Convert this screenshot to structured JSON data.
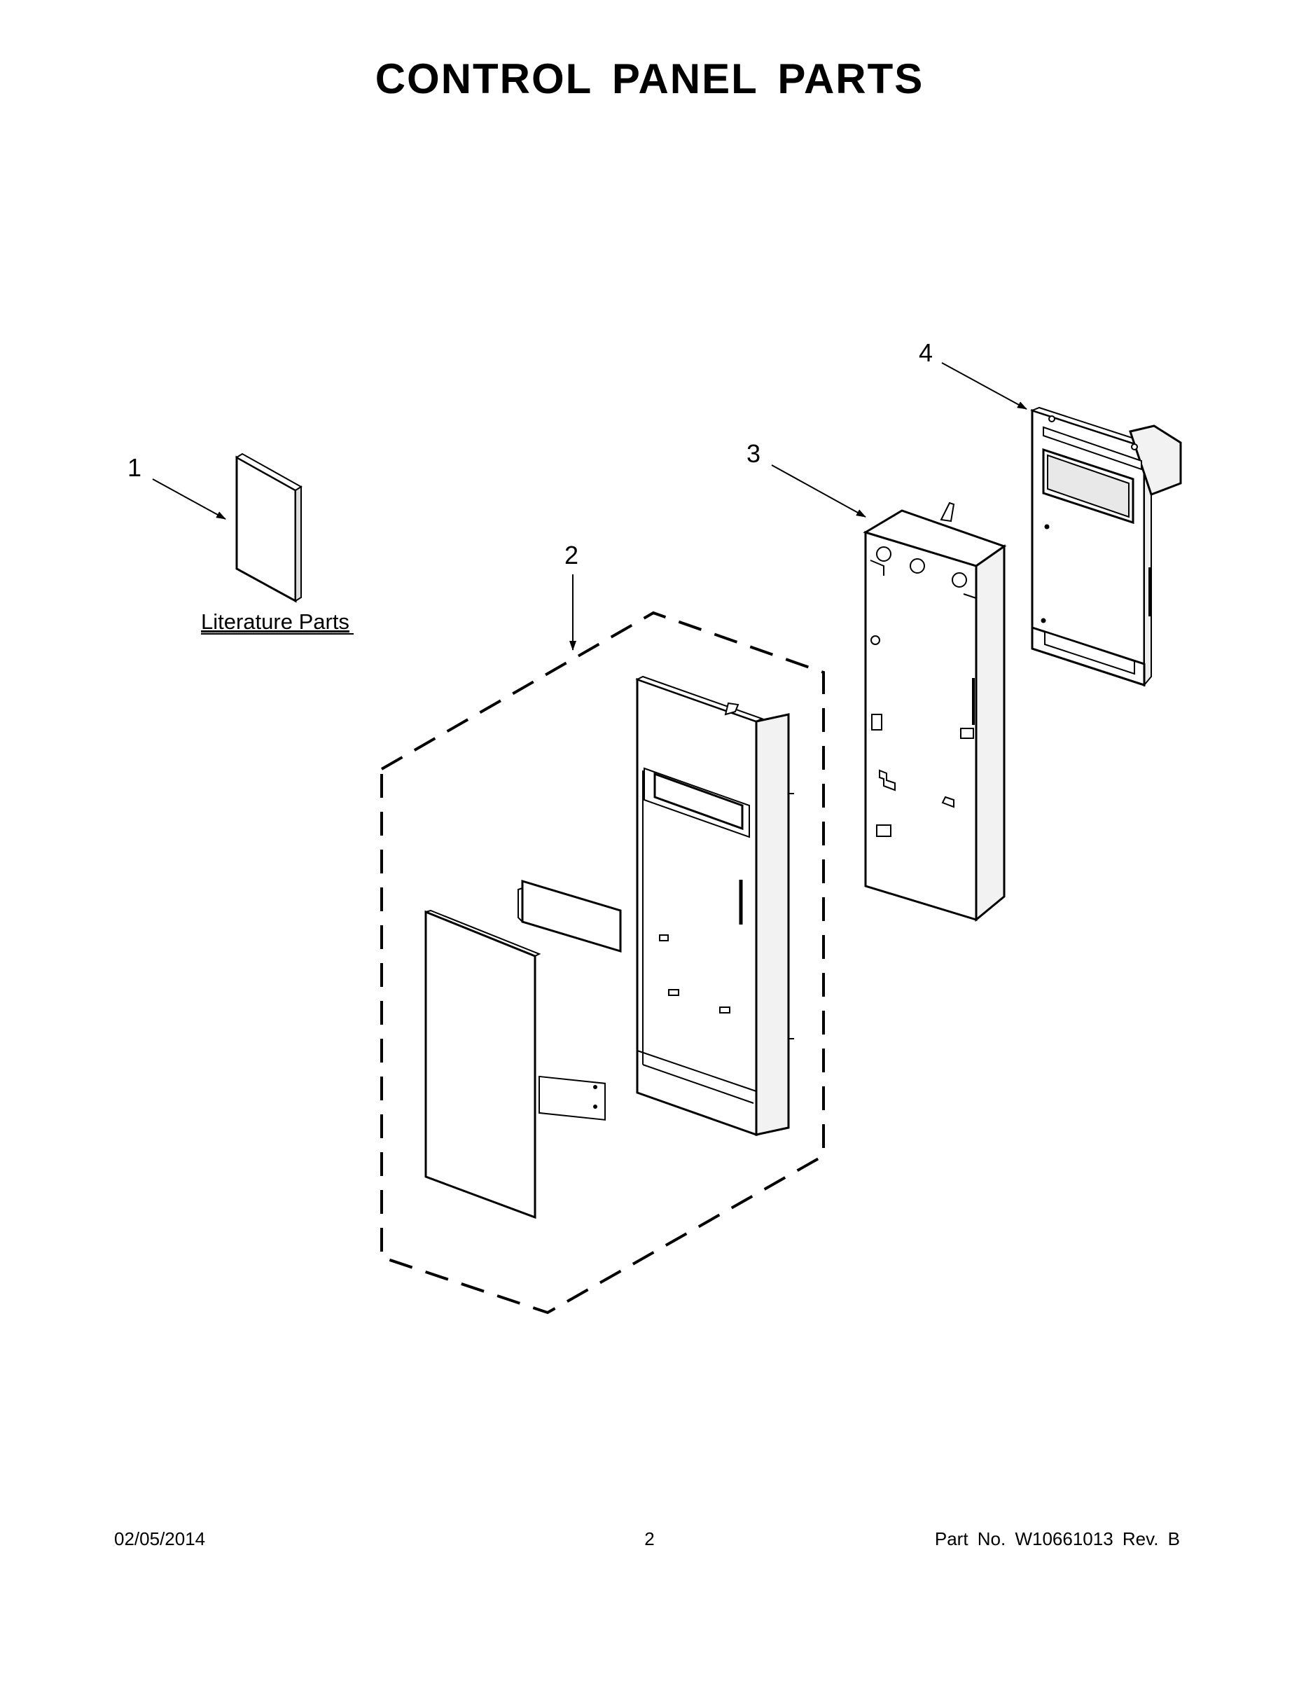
{
  "title": "CONTROL PANEL PARTS",
  "callouts": {
    "c1": "1",
    "c2": "2",
    "c3": "3",
    "c4": "4"
  },
  "literature_label": "Literature Parts",
  "footer": {
    "date": "02/05/2014",
    "page": "2",
    "part_no": "Part No.  W10661013  Rev.  B"
  }
}
